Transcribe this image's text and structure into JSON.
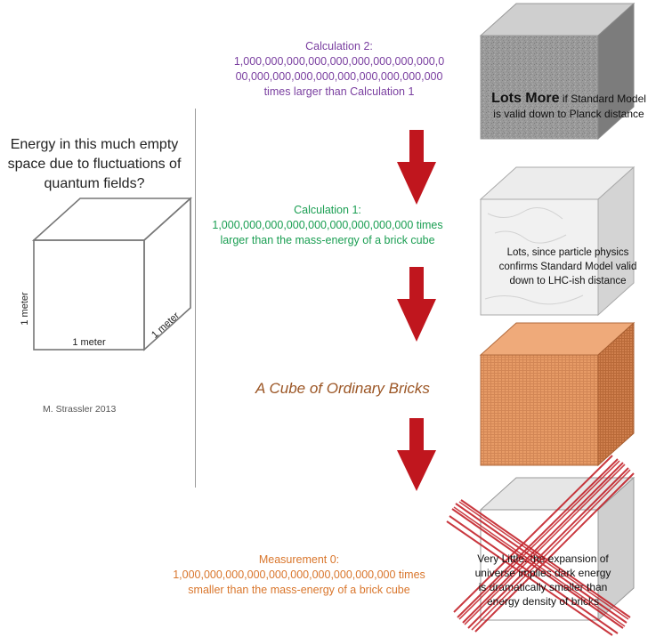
{
  "left_panel": {
    "question": "Energy in this much empty space due to fluctuations of quantum fields?",
    "dim_left": "1 meter",
    "dim_bottom": "1 meter",
    "dim_right": "1 meter",
    "credit": "M. Strassler 2013"
  },
  "calc2": {
    "title": "Calculation 2:",
    "line1": "1,000,000,000,000,000,000,000,000,000,0",
    "line2": "00,000,000,000,000,000,000,000,000,000",
    "line3": "times larger than Calculation 1"
  },
  "calc1": {
    "title": "Calculation 1:",
    "line1": "1,000,000,000,000,000,000,000,000,000 times",
    "line2": "larger than the mass-energy of a brick cube"
  },
  "bricks_label": "A Cube of Ordinary Bricks",
  "measurement": {
    "title": "Measurement 0:",
    "line1": "1,000,000,000,000,000,000,000,000,000,000 times",
    "line2": "smaller than the mass-energy of a brick cube"
  },
  "cube_labels": {
    "cube1_big": "Lots More",
    "cube1_rest1": " if Standard Model",
    "cube1_rest2": "is valid down to Planck distance",
    "cube2_line1": "Lots, since particle physics",
    "cube2_line2": "confirms Standard Model valid",
    "cube2_line3": "down to LHC-ish distance",
    "cube3_line1": "Very Little: the expansion of",
    "cube3_line2": "universe implies dark energy",
    "cube3_line3": "is dramatically smaller than",
    "cube3_line4": "energy density of bricks"
  },
  "colors": {
    "calc2": "#7a3fa0",
    "calc1": "#1a9e52",
    "bricks": "#9b5524",
    "measurement": "#d9762c",
    "arrow": "#c0161e",
    "cross": "#c0161e",
    "brick_cube": "#d0804a"
  }
}
